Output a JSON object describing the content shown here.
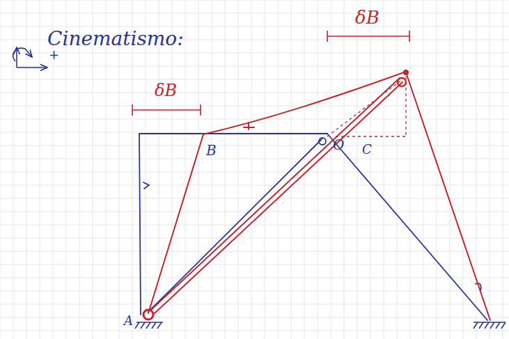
{
  "diagram": {
    "title": "Cinematismo:",
    "labels": [
      "δB",
      "δB",
      "B",
      "O",
      "C",
      "A",
      "+"
    ]
  }
}
